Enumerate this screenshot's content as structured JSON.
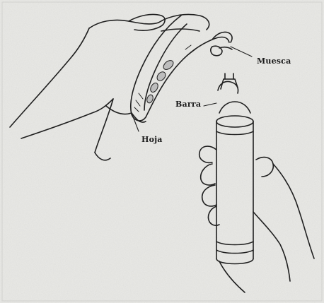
{
  "labels": {
    "muesca": "Muesca",
    "barra": "Barra",
    "hoja": "Hoja"
  },
  "colors": {
    "paper": "#e9e9e6",
    "ink": "#1f1f1f",
    "shade": "#bdbdbd"
  }
}
